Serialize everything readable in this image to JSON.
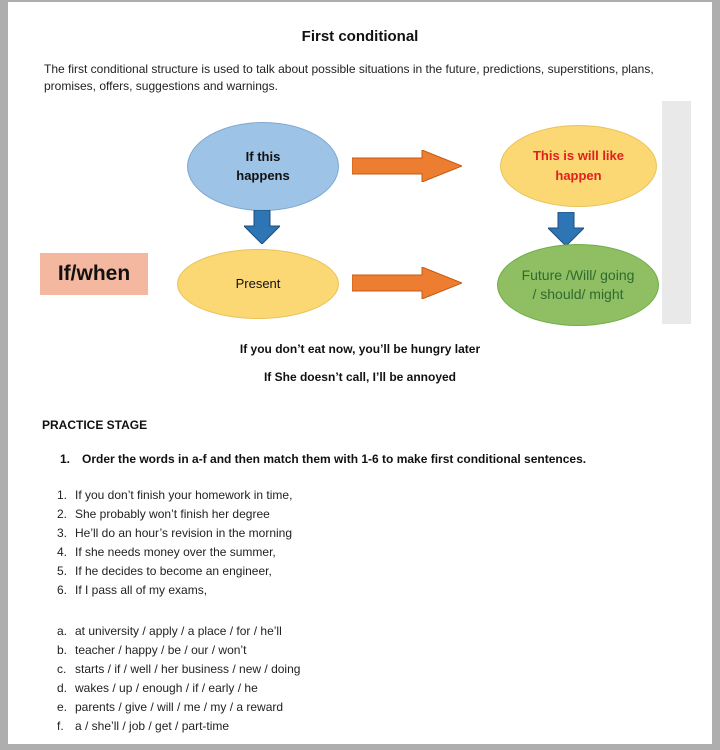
{
  "document": {
    "title": "First conditional",
    "intro": "The first conditional structure is used to talk about possible situations in the future, predictions, superstitions, plans, promises, offers, suggestions and warnings."
  },
  "diagram": {
    "if_when_label": "If/when",
    "nodes": {
      "top_left": "If this happens",
      "top_right": "This is will like happen",
      "bottom_left": "Present",
      "bottom_right": "Future /Will/ going / should/ might"
    },
    "colors": {
      "blue_ellipse": "#9DC3E6",
      "yellow_ellipse": "#FBD873",
      "green_ellipse": "#8FBE63",
      "if_when_bg": "#F4B8A0",
      "red_text": "#E02020",
      "green_text": "#2F6B2F",
      "orange_arrow": "#ED7D31",
      "orange_arrow_border": "#C55A11",
      "blue_arrow": "#2E75B6",
      "blue_arrow_border": "#1F4E79"
    }
  },
  "examples": [
    "If  you don’t eat now, you’ll be hungry later",
    "If  She doesn’t call, I’ll be annoyed"
  ],
  "practice": {
    "heading": "PRACTICE STAGE",
    "instruction_number": "1.",
    "instruction": "Order the words in a-f and then match them with 1-6 to make first conditional sentences.",
    "numbered": [
      {
        "num": "1.",
        "text": "If you don’t finish your homework in time,"
      },
      {
        "num": "2.",
        "text": "She probably won’t finish her degree"
      },
      {
        "num": "3.",
        "text": "He’ll do an hour’s revision in the morning"
      },
      {
        "num": "4.",
        "text": "If she needs money over the summer,"
      },
      {
        "num": "5.",
        "text": "If he decides to become an engineer,"
      },
      {
        "num": "6.",
        "text": "If I pass all of my exams,"
      }
    ],
    "lettered": [
      {
        "num": "a.",
        "text": "at university / apply / a place / for / he’ll"
      },
      {
        "num": "b.",
        "text": "teacher / happy / be / our / won’t"
      },
      {
        "num": "c.",
        "text": "starts / if / well / her business / new / doing"
      },
      {
        "num": "d.",
        "text": "wakes / up / enough / if / early / he"
      },
      {
        "num": "e.",
        "text": "parents / give / will / me / my / a reward"
      },
      {
        "num": "f.",
        "text": "a / she’ll / job / get / part-time"
      }
    ]
  }
}
